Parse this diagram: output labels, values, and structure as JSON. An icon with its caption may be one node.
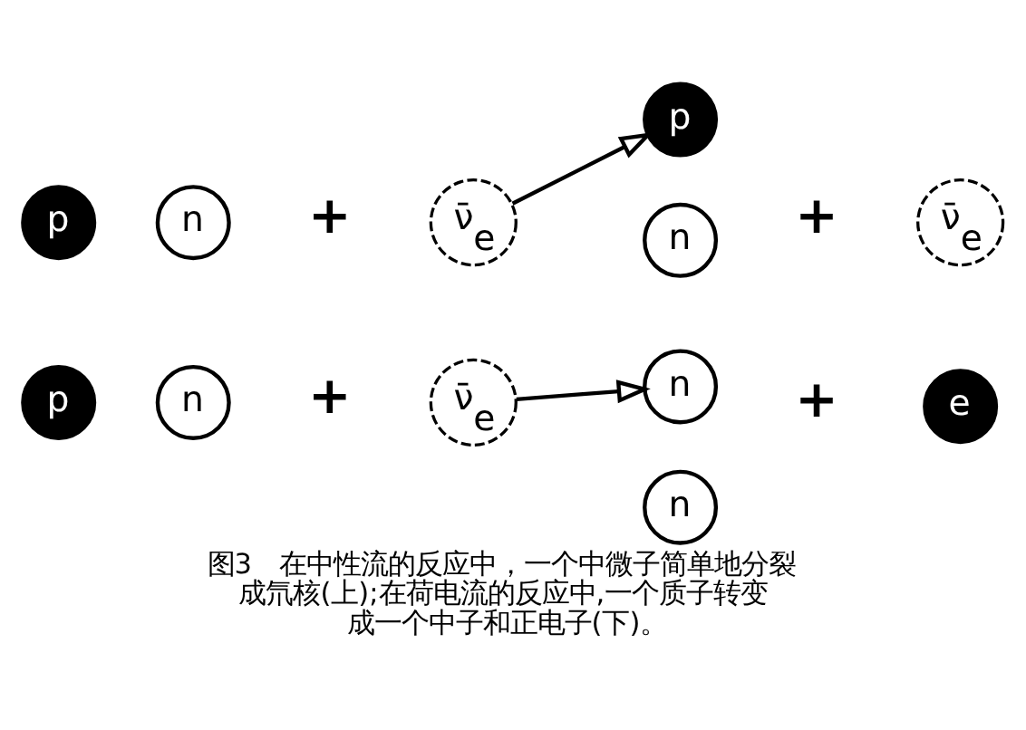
{
  "diagram": {
    "caption": "图3　在中性流的反应中，一个中微子简单地分裂成氘核(上);在荷电流的反应中,一个质子转变成一个中子和正电子(下)。",
    "nodes": [
      {
        "text": [
          "p"
        ]
      },
      {
        "text": [
          "n"
        ]
      },
      {
        "text": [
          "ν̄$_{e}$"
        ]
      },
      {
        "text": [
          "p"
        ]
      },
      {
        "text": [
          "n"
        ]
      },
      {
        "text": [
          "ν̄$_{e}$"
        ]
      },
      {
        "text": [
          "p"
        ]
      },
      {
        "text": [
          "n"
        ]
      },
      {
        "text": [
          "ν̄$_{e}$"
        ]
      },
      {
        "text": [
          "n"
        ]
      },
      {
        "text": [
          "n"
        ]
      },
      {
        "text": [
          "e"
        ]
      }
    ],
    "edges": [
      {
        "from": 2,
        "to": 3,
        "arrow": "to"
      },
      {
        "from": 8,
        "to": 9,
        "arrow": "to"
      }
    ],
    "labels": [
      "+",
      "+",
      "+",
      "+"
    ]
  }
}
